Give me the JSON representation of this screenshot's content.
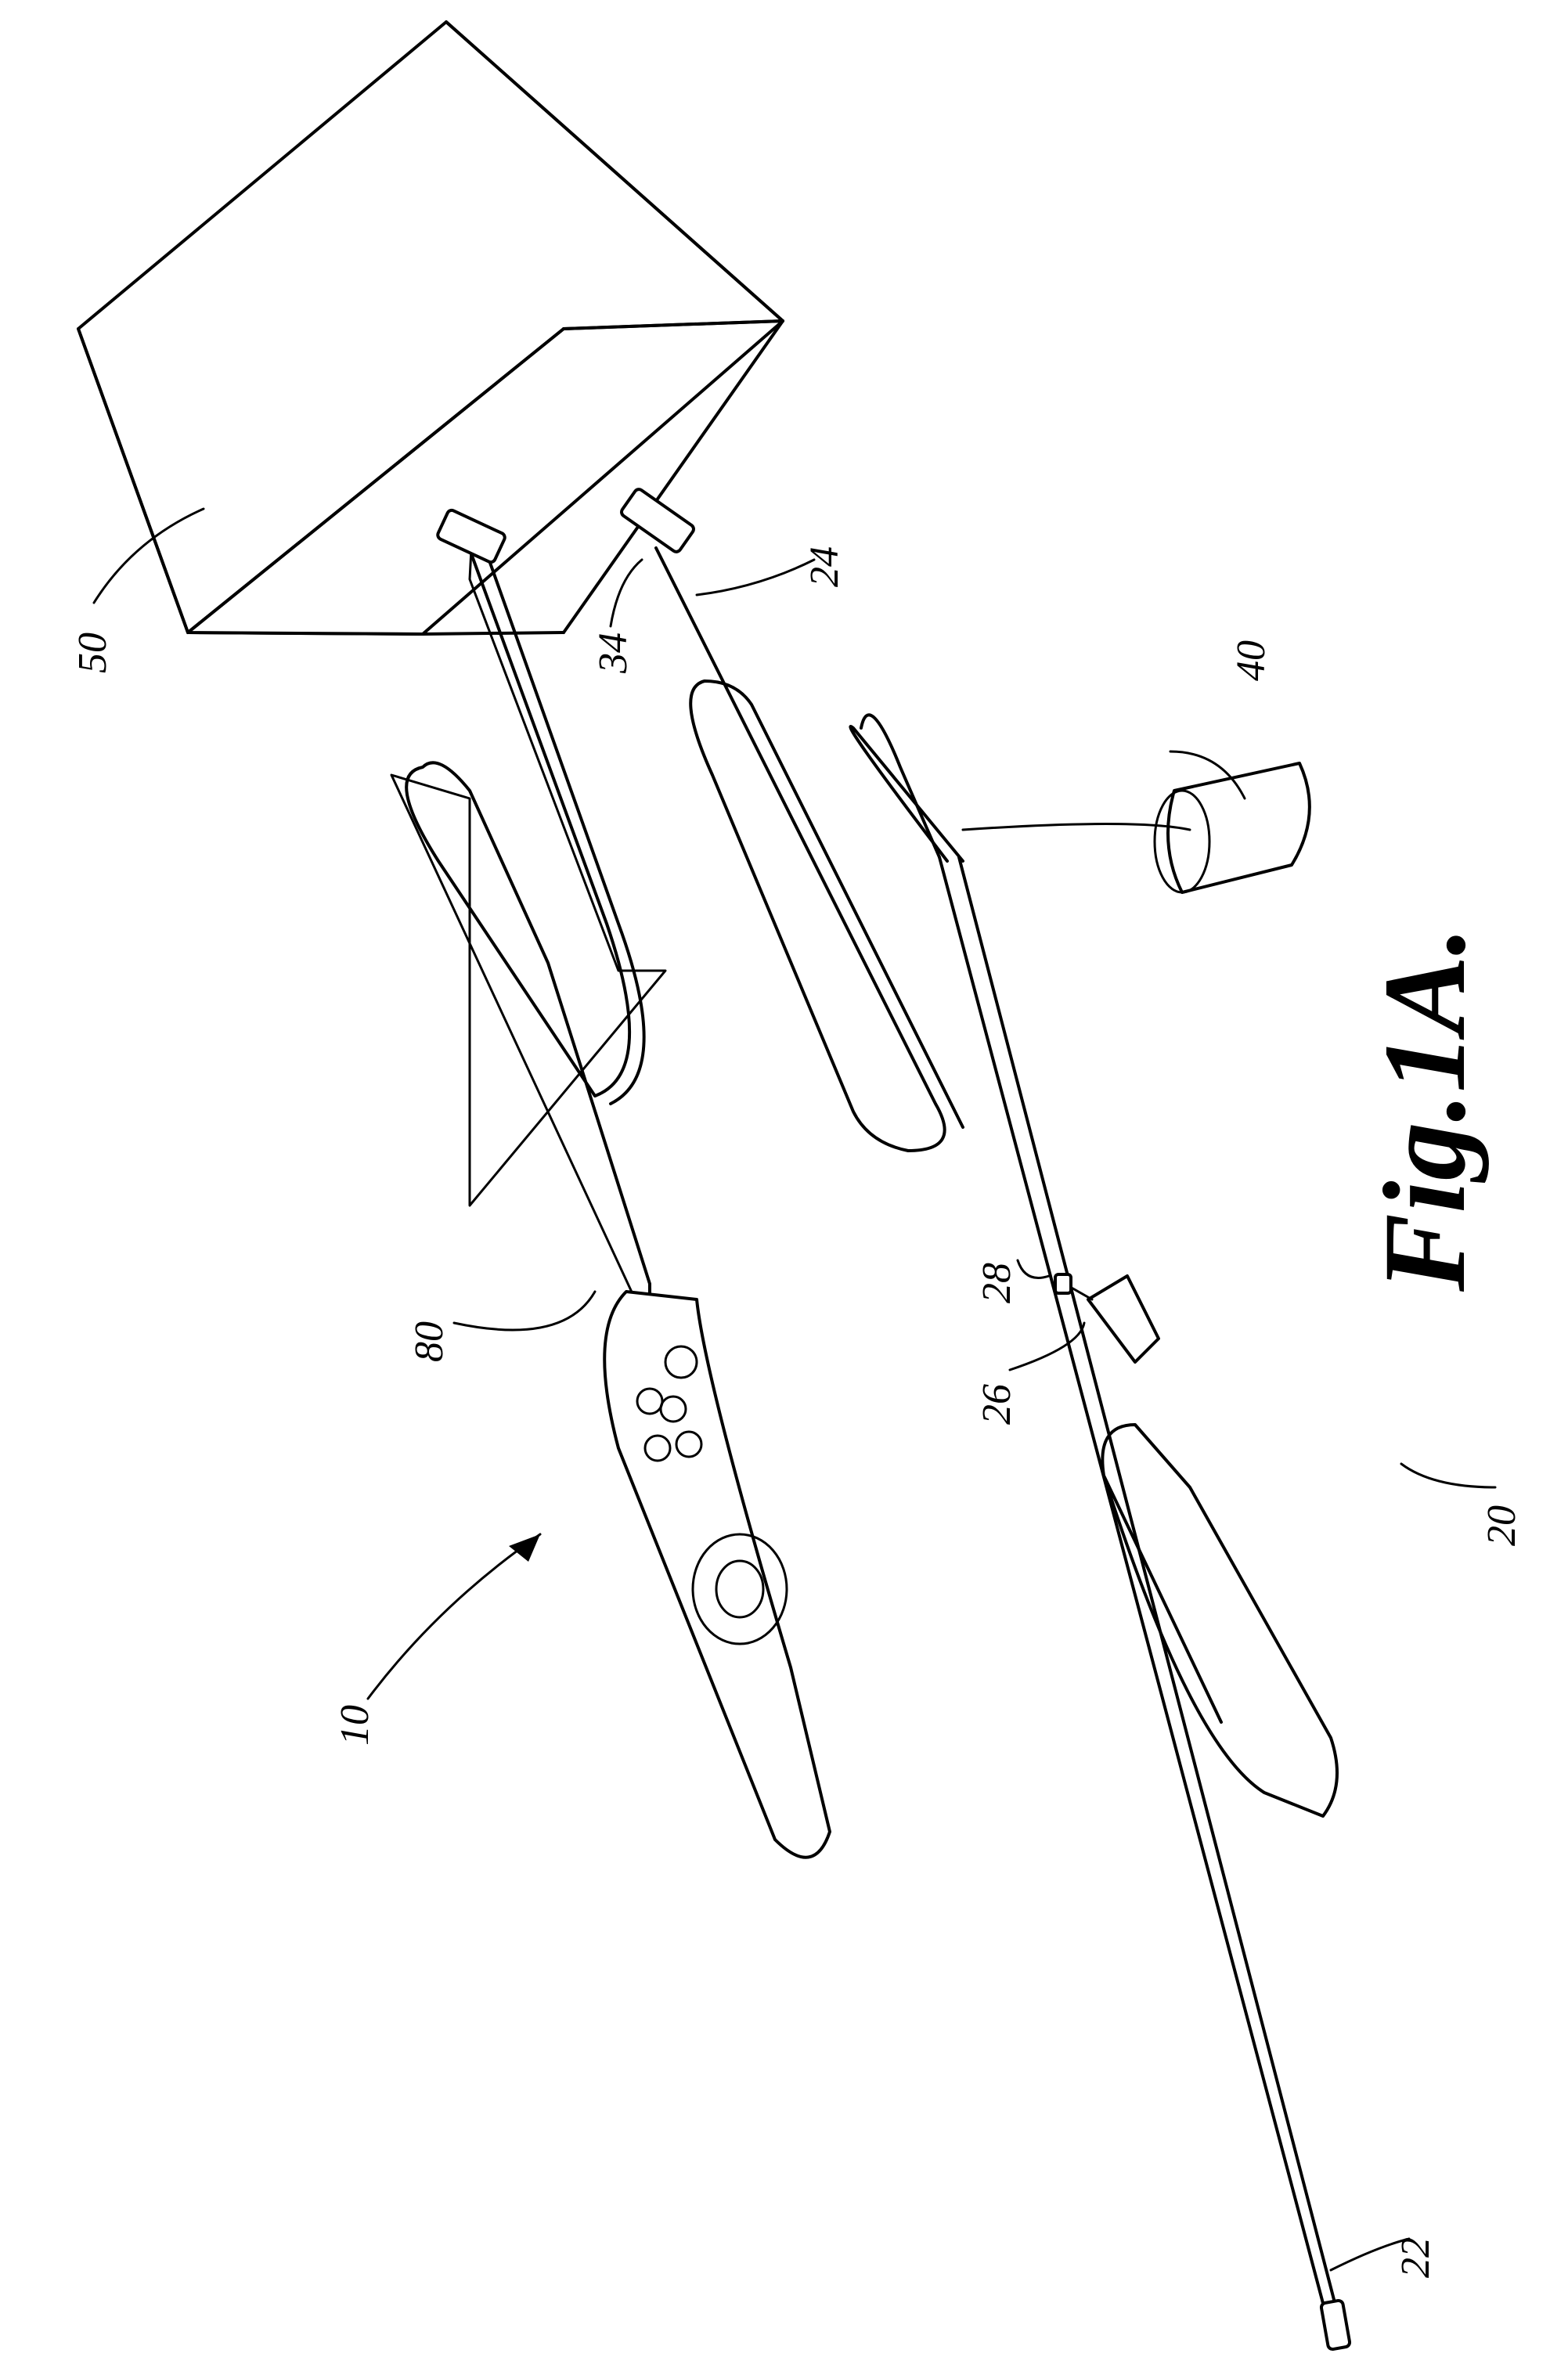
{
  "figure": {
    "caption": "Fig.1A.",
    "reference_numerals": {
      "system": "10",
      "catheter": "20",
      "tip": "22",
      "catheter_cable": "24",
      "hub": "26",
      "port": "28",
      "connector": "34",
      "reservoir": "40",
      "console": "50",
      "controller_cable": "80"
    }
  },
  "colors": {
    "ink": "#000000",
    "paper": "#ffffff"
  }
}
